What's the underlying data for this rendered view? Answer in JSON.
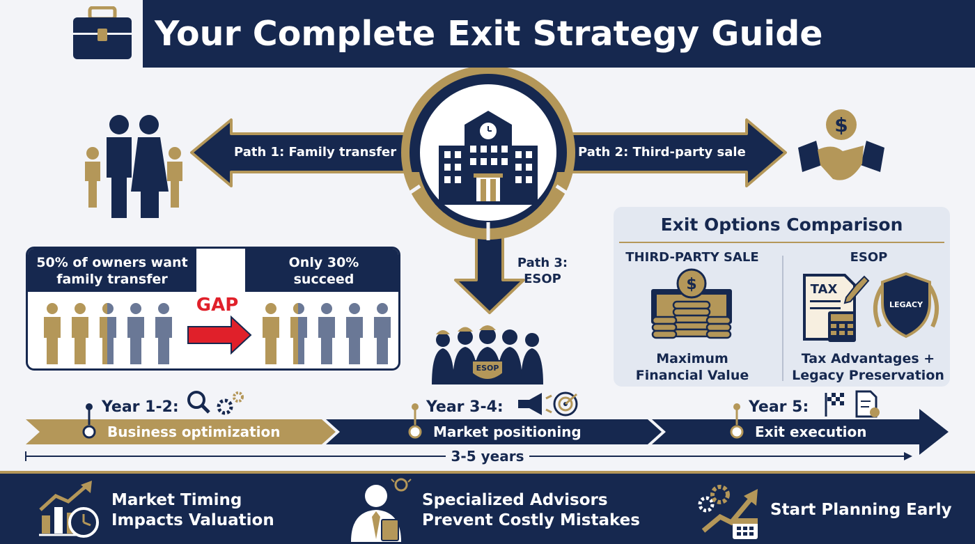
{
  "header": {
    "title": "Your Complete Exit Strategy Guide"
  },
  "paths": {
    "path1": "Path 1: Family transfer",
    "path2": "Path 2: Third-party sale",
    "path3_line1": "Path 3:",
    "path3_line2": "ESOP"
  },
  "gap_box": {
    "left_line1": "50% of owners want",
    "left_line2": "family transfer",
    "right_line1": "Only 30%",
    "right_line2": "succeed",
    "gap_label": "GAP"
  },
  "esop_badge": "ESOP",
  "comparison": {
    "title": "Exit Options Comparison",
    "col1": {
      "heading": "THIRD-PARTY SALE",
      "line1": "Maximum",
      "line2": "Financial Value"
    },
    "col2": {
      "heading": "ESOP",
      "line1": "Tax Advantages +",
      "line2": "Legacy Preservation",
      "tax_label": "TAX",
      "legacy_label": "LEGACY"
    }
  },
  "timeline": {
    "stages": [
      {
        "year": "Year 1-2:",
        "label": "Business optimization"
      },
      {
        "year": "Year 3-4:",
        "label": "Market positioning"
      },
      {
        "year": "Year 5:",
        "label": "Exit execution"
      }
    ],
    "duration": "3-5 years"
  },
  "footer": {
    "items": [
      {
        "line1": "Market Timing",
        "line2": "Impacts Valuation"
      },
      {
        "line1": "Specialized Advisors",
        "line2": "Prevent Costly Mistakes"
      },
      {
        "line1": "Start Planning Early",
        "line2": ""
      }
    ]
  },
  "colors": {
    "navy": "#16284f",
    "gold": "#b49759",
    "slate": "#6a7896",
    "red": "#e0202a",
    "bg": "#f3f4f8"
  }
}
